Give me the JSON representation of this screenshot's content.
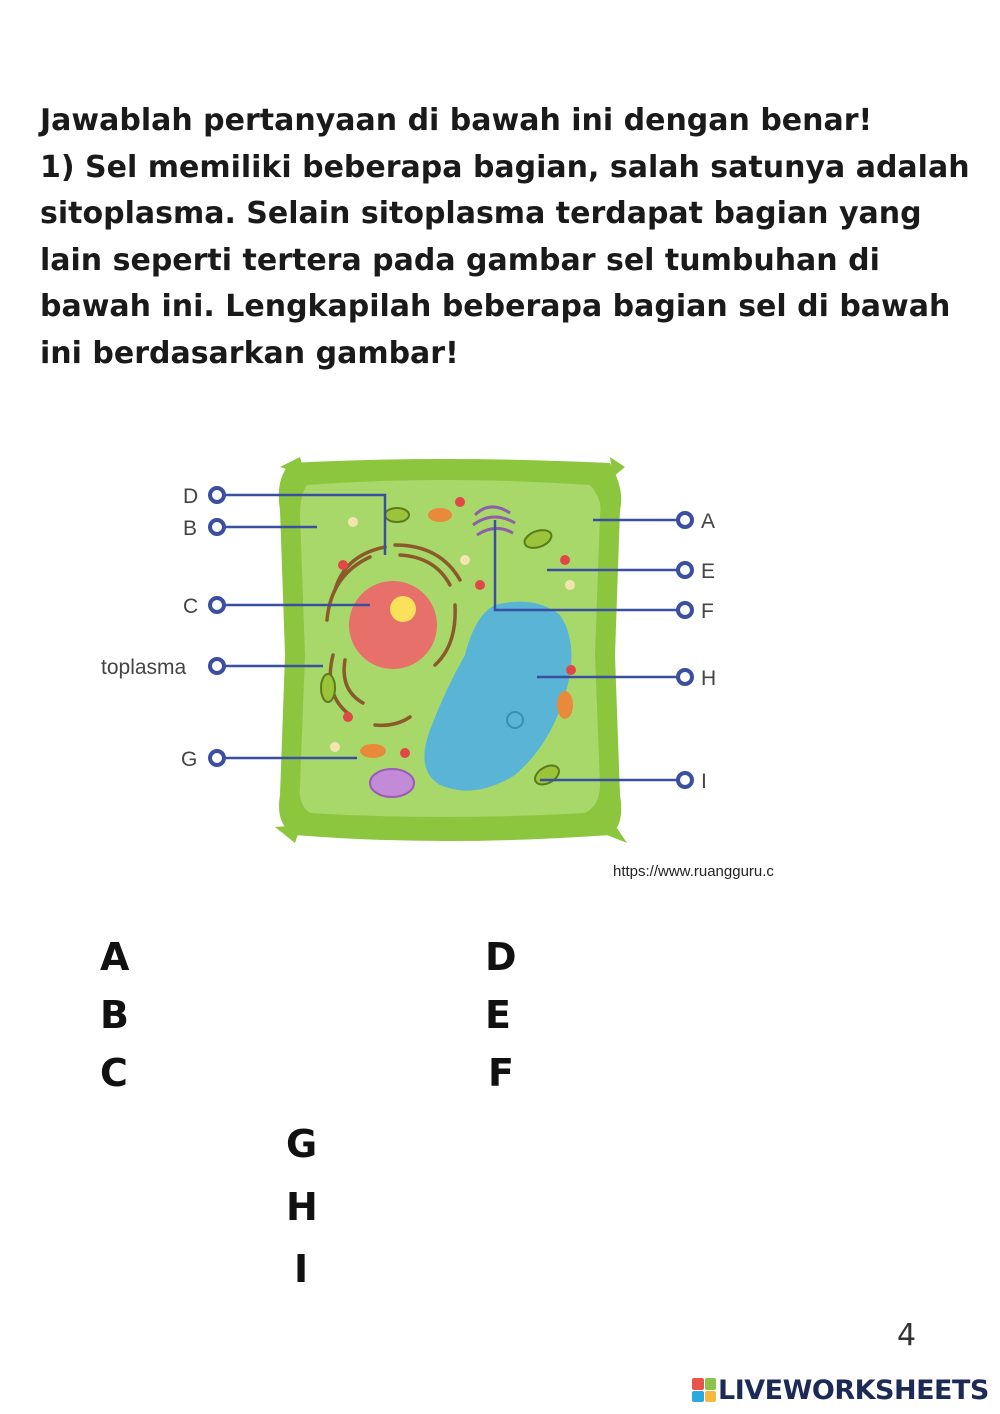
{
  "question": {
    "instruction": "Jawablah pertanyaan di bawah ini dengan benar!",
    "text": "1) Sel memiliki beberapa bagian, salah satunya adalah sitoplasma. Selain sitoplasma terdapat bagian yang lain seperti tertera pada gambar sel tumbuhan di bawah ini. Lengkapilah beberapa bagian sel di bawah ini berdasarkan gambar!"
  },
  "diagram": {
    "labels": {
      "d": "D",
      "b": "B",
      "c": "C",
      "sitoplasma": "toplasma",
      "g": "G",
      "a": "A",
      "e": "E",
      "f": "F",
      "h": "H",
      "i": "I"
    },
    "credit": "https://www.ruangguru.c",
    "colors": {
      "cell_wall": "#8cc63f",
      "cytoplasm": "#a8d86a",
      "nucleus": "#e8706a",
      "vacuole": "#5ab4d6",
      "pointer": "#3b4fa0"
    }
  },
  "answers": {
    "a": "A",
    "b": "B",
    "c": "C",
    "d": "D",
    "e": "E",
    "f": "F",
    "g": "G",
    "h": "H",
    "i": "I"
  },
  "page_number": "4",
  "brand": "LIVEWORKSHEETS",
  "brand_logo_colors": [
    "#e8554e",
    "#8bc34a",
    "#29a9e0",
    "#f6b93b"
  ]
}
